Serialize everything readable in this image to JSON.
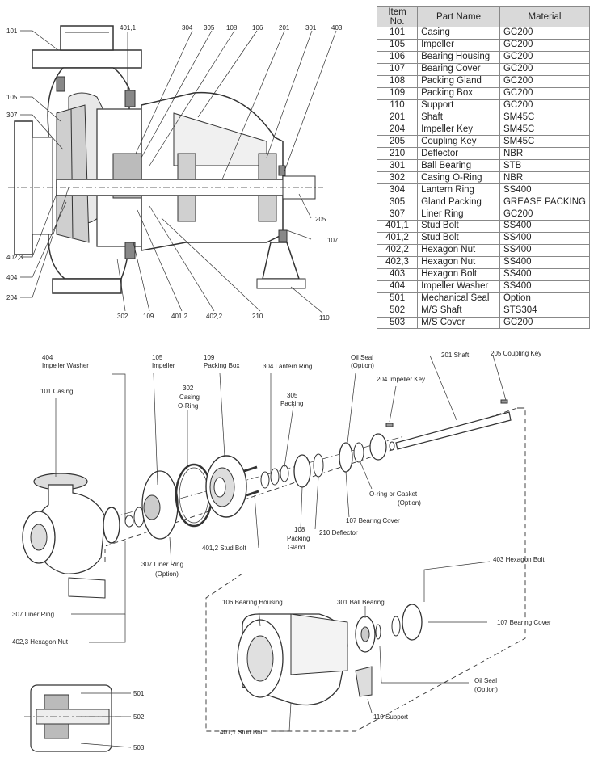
{
  "table": {
    "headers": [
      "Item No.",
      "Part Name",
      "Material"
    ],
    "rows": [
      [
        "101",
        "Casing",
        "GC200"
      ],
      [
        "105",
        "Impeller",
        "GC200"
      ],
      [
        "106",
        "Bearing Housing",
        "GC200"
      ],
      [
        "107",
        "Bearing Cover",
        "GC200"
      ],
      [
        "108",
        "Packing Gland",
        "GC200"
      ],
      [
        "109",
        "Packing Box",
        "GC200"
      ],
      [
        "110",
        "Support",
        "GC200"
      ],
      [
        "201",
        "Shaft",
        "SM45C"
      ],
      [
        "204",
        "Impeller Key",
        "SM45C"
      ],
      [
        "205",
        "Coupling Key",
        "SM45C"
      ],
      [
        "210",
        "Deflector",
        "NBR"
      ],
      [
        "301",
        "Ball Bearing",
        "STB"
      ],
      [
        "302",
        "Casing O-Ring",
        "NBR"
      ],
      [
        "304",
        "Lantern Ring",
        "SS400"
      ],
      [
        "305",
        "Gland Packing",
        "GREASE PACKING"
      ],
      [
        "307",
        "Liner Ring",
        "GC200"
      ],
      [
        "401,1",
        "Stud Bolt",
        "SS400"
      ],
      [
        "401,2",
        "Stud Bolt",
        "SS400"
      ],
      [
        "402,2",
        "Hexagon Nut",
        "SS400"
      ],
      [
        "402,3",
        "Hexagon Nut",
        "SS400"
      ],
      [
        "403",
        "Hexagon Bolt",
        "SS400"
      ],
      [
        "404",
        "Impeller Washer",
        "SS400"
      ],
      [
        "501",
        "Mechanical Seal",
        "Option"
      ],
      [
        "502",
        "M/S Shaft",
        "STS304"
      ],
      [
        "503",
        "M/S Cover",
        "GC200"
      ]
    ]
  },
  "section_labels": {
    "top": [
      "101",
      "401,1",
      "304",
      "305",
      "108",
      "106",
      "201",
      "301",
      "403"
    ],
    "left": [
      "105",
      "307",
      "402,3",
      "404",
      "204"
    ],
    "right": [
      "205",
      "107"
    ],
    "bottom": [
      "302",
      "109",
      "401,2",
      "402,2",
      "210",
      "110"
    ]
  },
  "exploded_labels": {
    "l404a": "404",
    "l404b": "Impeller Washer",
    "l105a": "105",
    "l105b": "Impeller",
    "l109a": "109",
    "l109b": "Packing Box",
    "l304": "304 Lantern Ring",
    "oilseal_a": "Oil Seal",
    "oilseal_b": "(Option)",
    "l201": "201 Shaft",
    "l205": "205 Coupling Key",
    "l204": "204 Impeller Key",
    "l101": "101 Casing",
    "l302a": "302",
    "l302b": "Casing",
    "l302c": "O-Ring",
    "l305a": "305",
    "l305b": "Packing",
    "oring_a": "O-ring or Gasket",
    "oring_b": "(Option)",
    "l107a": "107 Bearing Cover",
    "l108a": "108",
    "l108b": "Packing",
    "l108c": "Gland",
    "l210": "210 Deflector",
    "l4012": "401,2 Stud Bolt",
    "l307a": "307 Liner Ring",
    "l307b": "(Option)",
    "l307c": "307 Liner Ring",
    "l4023": "402,3 Hexagon Nut",
    "l403": "403 Hexagon Bolt",
    "l106": "106 Bearing Housing",
    "l301": "301 Ball Bearing",
    "l107b": "107 Bearing Cover",
    "oilseal2_a": "Oil Seal",
    "oilseal2_b": "(Option)",
    "l110": "110 Support",
    "l4011": "401,1 Stud Bolt",
    "l501": "501",
    "l502": "502",
    "l503": "503"
  }
}
